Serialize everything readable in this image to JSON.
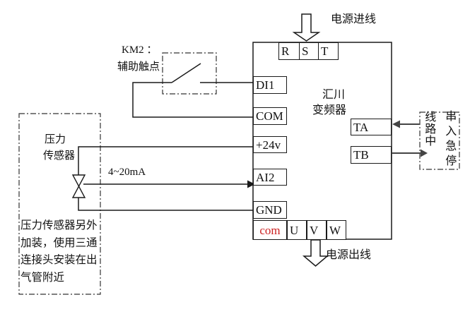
{
  "power": {
    "in_label": "电源进线",
    "out_label": "电源出线"
  },
  "inverter": {
    "name_line1": "汇川",
    "name_line2": "变频器",
    "terminals": {
      "r": "R",
      "s": "S",
      "t": "T",
      "di1": "DI1",
      "com": "COM",
      "p24v": "+24v",
      "ai2": "AI2",
      "gnd": "GND",
      "com_out": "com",
      "u": "U",
      "v": "V",
      "w": "W",
      "ta": "TA",
      "tb": "TB"
    }
  },
  "km2": {
    "title": "KM2 ：",
    "subtitle": "辅助触点"
  },
  "sensor": {
    "name_line1": "压力",
    "name_line2": "传感器",
    "signal_label": "4~20mA",
    "note": [
      "压力传感器另外",
      "加装，使用三通",
      "连接头安装在出",
      "气管附近"
    ]
  },
  "estop": {
    "col_right": "串入急停",
    "col_left": "线路中"
  },
  "colors": {
    "line": "#1a1a1a",
    "com_terminal_text": "#cc2222",
    "signal_arrow": "#444444"
  }
}
